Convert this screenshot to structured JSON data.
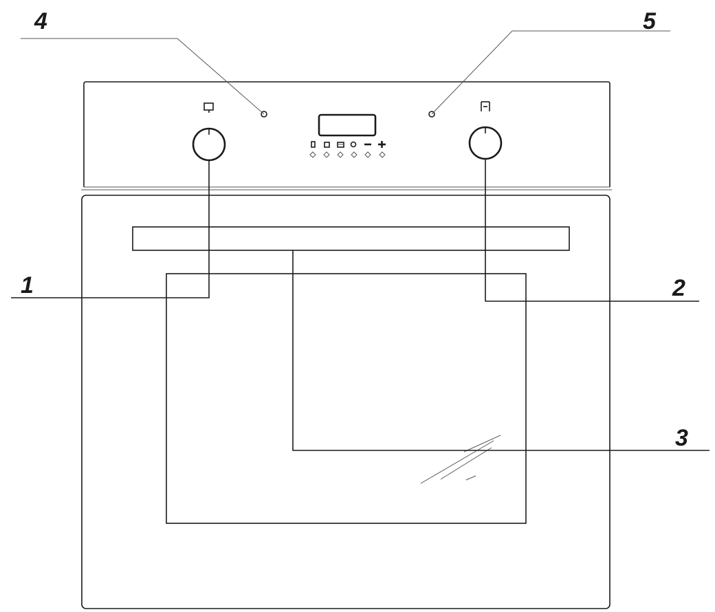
{
  "callouts": [
    {
      "id": "1",
      "label": "1"
    },
    {
      "id": "2",
      "label": "2"
    },
    {
      "id": "3",
      "label": "3"
    },
    {
      "id": "4",
      "label": "4"
    },
    {
      "id": "5",
      "label": "5"
    }
  ],
  "icons": {
    "left_knob": "oven-function-icon",
    "right_knob": "thermometer-icon",
    "panel_buttons": [
      "clock-icon",
      "timer-icon",
      "cook-time-icon",
      "end-time-icon",
      "minus-icon",
      "plus-icon"
    ]
  },
  "colors": {
    "line": "#1a1a1a",
    "background": "#ffffff"
  }
}
